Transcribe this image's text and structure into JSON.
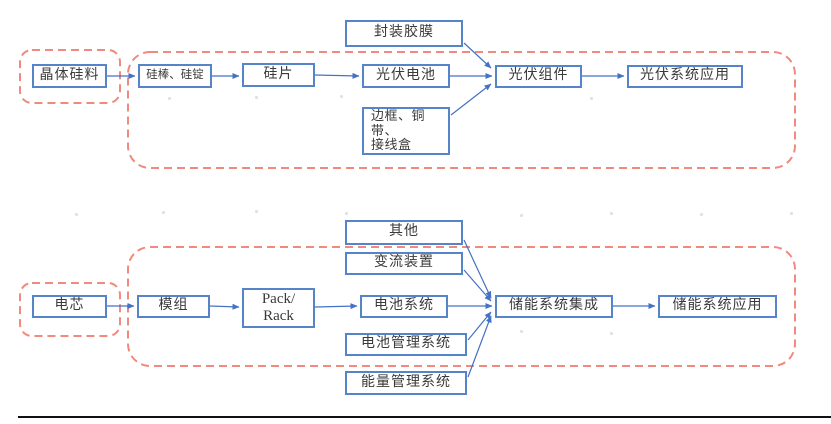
{
  "diagram": {
    "colors": {
      "box_border": "#5585C8",
      "arrow_color": "#4472C4",
      "dashed_outline": "#F0897E",
      "text_color": "#3A3A3A"
    },
    "pv_chain": {
      "crystal_silicon": "晶体硅料",
      "rod_ingot": "硅棒、硅锭",
      "wafer": "硅片",
      "pv_cell": "光伏电池",
      "pv_module": "光伏组件",
      "pv_system_application": "光伏系统应用",
      "encapsulant_film": "封装胶膜",
      "frame_ribbon_junction_box": "边框、铜带、\n接线盒"
    },
    "ess_chain": {
      "cell": "电芯",
      "module": "模组",
      "pack_rack": "Pack/\nRack",
      "battery_system": "电池系统",
      "other": "其他",
      "converter_device": "变流装置",
      "battery_management_system": "电池管理系统",
      "energy_management_system": "能量管理系统",
      "ess_integration": "储能系统集成",
      "ess_application": "储能系统应用"
    }
  }
}
